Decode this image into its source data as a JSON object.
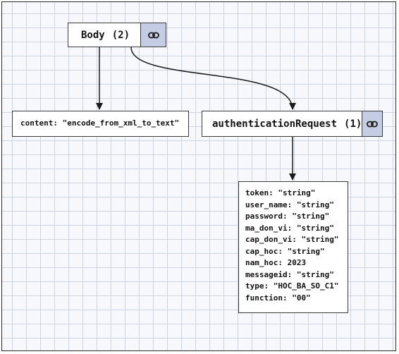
{
  "nodes": {
    "body": {
      "label": "Body",
      "count": "(2)",
      "icon": "link-icon"
    },
    "content": {
      "key": "content:",
      "value": "\"encode_from_xml_to_text\""
    },
    "auth": {
      "label": "authenticationRequest",
      "count": "(1)",
      "icon": "link-icon"
    },
    "fields": [
      {
        "key": "token:",
        "value": "\"string\""
      },
      {
        "key": "user_name:",
        "value": "\"string\""
      },
      {
        "key": "password:",
        "value": "\"string\""
      },
      {
        "key": "ma_don_vi:",
        "value": "\"string\""
      },
      {
        "key": "cap_don_vi:",
        "value": "\"string\""
      },
      {
        "key": "cap_hoc:",
        "value": "\"string\""
      },
      {
        "key": "nam_hoc:",
        "value": "2023"
      },
      {
        "key": "messageid:",
        "value": "\"string\""
      },
      {
        "key": "type:",
        "value": "\"HOC_BA_SO_C1\""
      },
      {
        "key": "function:",
        "value": "\"00\""
      }
    ]
  },
  "colors": {
    "grid_line": "#cdd3e0",
    "canvas": "#f7f8fb",
    "link_button": "#c5cde4",
    "border": "#3a3a3a"
  }
}
